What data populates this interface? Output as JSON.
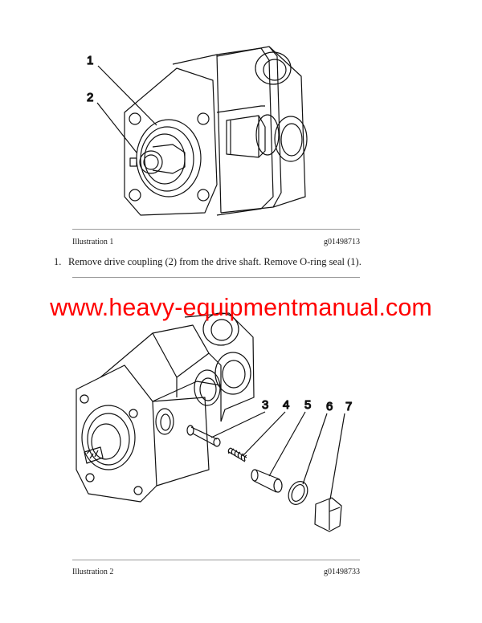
{
  "illustration_1": {
    "caption_label": "Illustration 1",
    "figure_id": "g01498713",
    "callouts": [
      "1",
      "2"
    ]
  },
  "steps": [
    {
      "number": "1.",
      "text": "Remove drive coupling (2) from the drive shaft. Remove O-ring seal (1)."
    }
  ],
  "watermark": {
    "text": "www.heavy-equipmentmanual.com",
    "color": "#ff0000"
  },
  "illustration_2": {
    "caption_label": "Illustration 2",
    "figure_id": "g01498733",
    "callouts": [
      "3",
      "4",
      "5",
      "6",
      "7"
    ]
  }
}
